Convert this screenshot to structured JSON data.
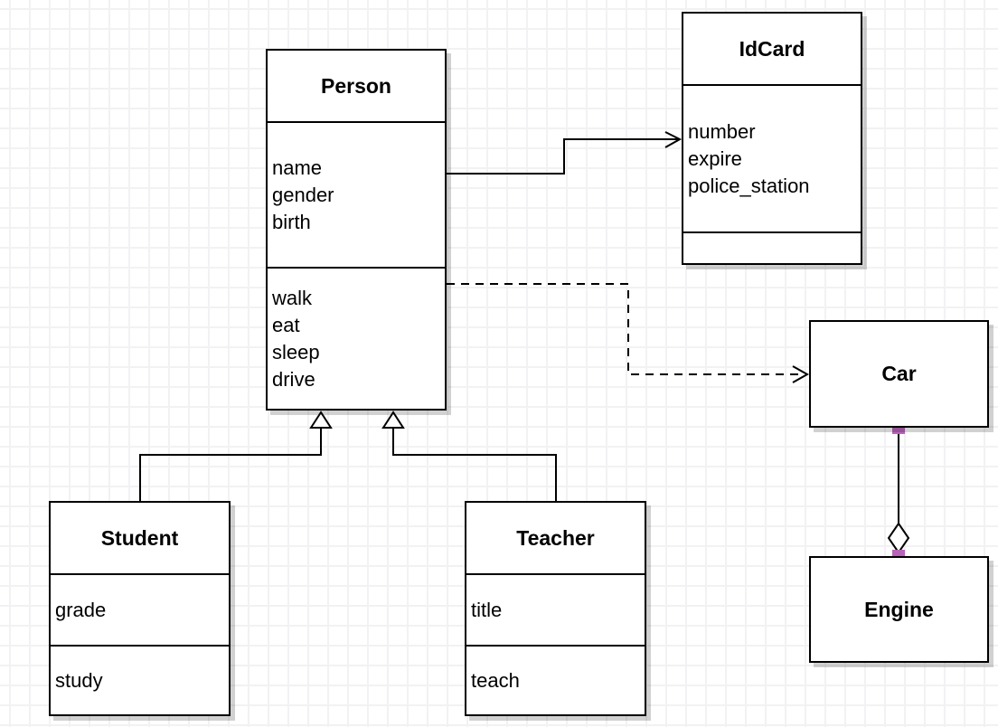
{
  "classes": [
    {
      "name": "Person",
      "attributes": [
        "name",
        "gender",
        "birth"
      ],
      "methods": [
        "walk",
        "eat",
        "sleep",
        "drive"
      ]
    },
    {
      "name": "IdCard",
      "attributes": [
        "number",
        "expire",
        "police_station"
      ],
      "methods": []
    },
    {
      "name": "Car",
      "attributes": [],
      "methods": []
    },
    {
      "name": "Engine",
      "attributes": [],
      "methods": []
    },
    {
      "name": "Student",
      "attributes": [
        "grade"
      ],
      "methods": [
        "study"
      ]
    },
    {
      "name": "Teacher",
      "attributes": [
        "title"
      ],
      "methods": [
        "teach"
      ]
    }
  ],
  "relationships": [
    {
      "from": "Person",
      "to": "IdCard",
      "type": "association",
      "line": "solid",
      "arrow": "open"
    },
    {
      "from": "Person",
      "to": "Car",
      "type": "dependency",
      "line": "dashed",
      "arrow": "open"
    },
    {
      "from": "Student",
      "to": "Person",
      "type": "generalization",
      "line": "solid",
      "arrow": "hollow-triangle"
    },
    {
      "from": "Teacher",
      "to": "Person",
      "type": "generalization",
      "line": "solid",
      "arrow": "hollow-triangle"
    },
    {
      "from": "Car",
      "to": "Engine",
      "type": "aggregation",
      "line": "solid",
      "arrow": "hollow-diamond"
    }
  ],
  "colors": {
    "connector": "#000000",
    "box_border": "#000000",
    "box_fill": "#ffffff",
    "endpoint_handle": "#b864b8",
    "grid_line": "#f2f2f4",
    "shadow": "#d2d2d2",
    "canvas_background": "#ffffff"
  }
}
